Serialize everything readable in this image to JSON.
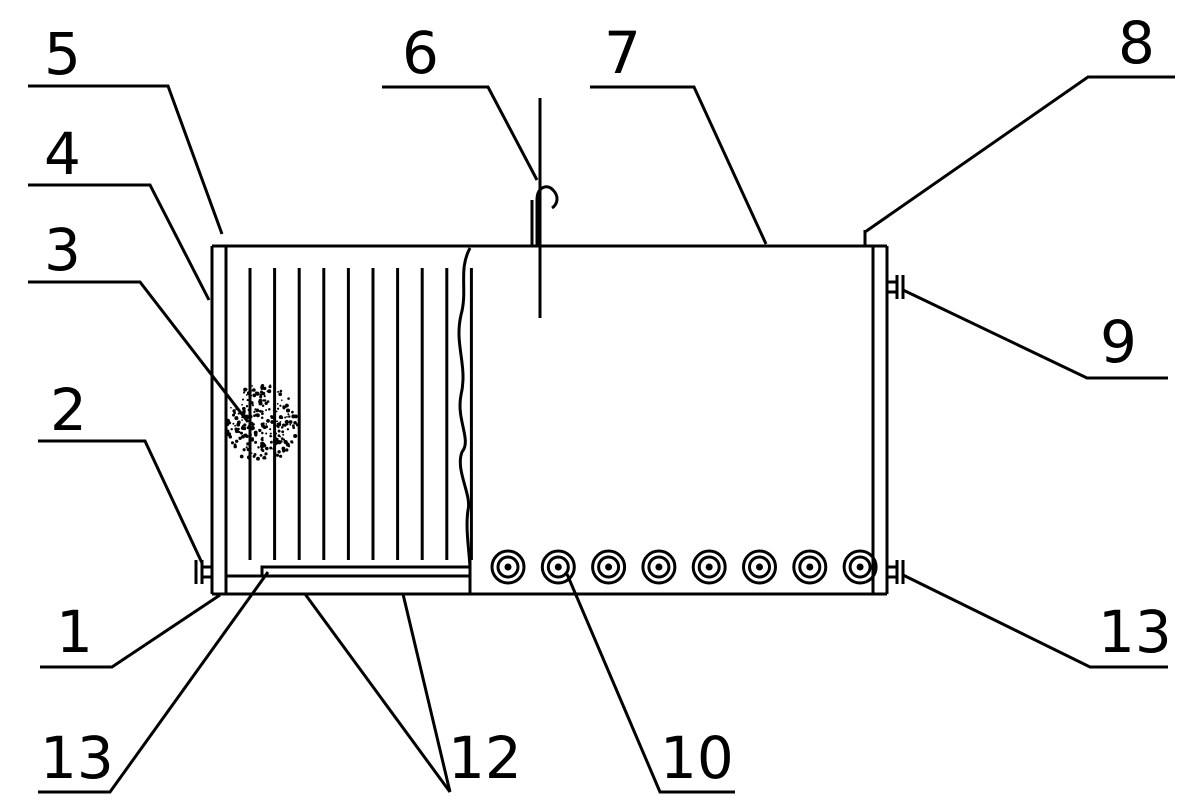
{
  "labels": {
    "l1": "1",
    "l2": "2",
    "l3": "3",
    "l4": "4",
    "l5": "5",
    "l6": "6",
    "l7": "7",
    "l8": "8",
    "l9": "9",
    "l10": "10",
    "l12": "12",
    "l13_left": "13",
    "l13_right": "13"
  },
  "colors": {
    "ink": "#000000",
    "paper": "#ffffff"
  },
  "counts": {
    "plates": 10,
    "heater_rings": 8
  }
}
